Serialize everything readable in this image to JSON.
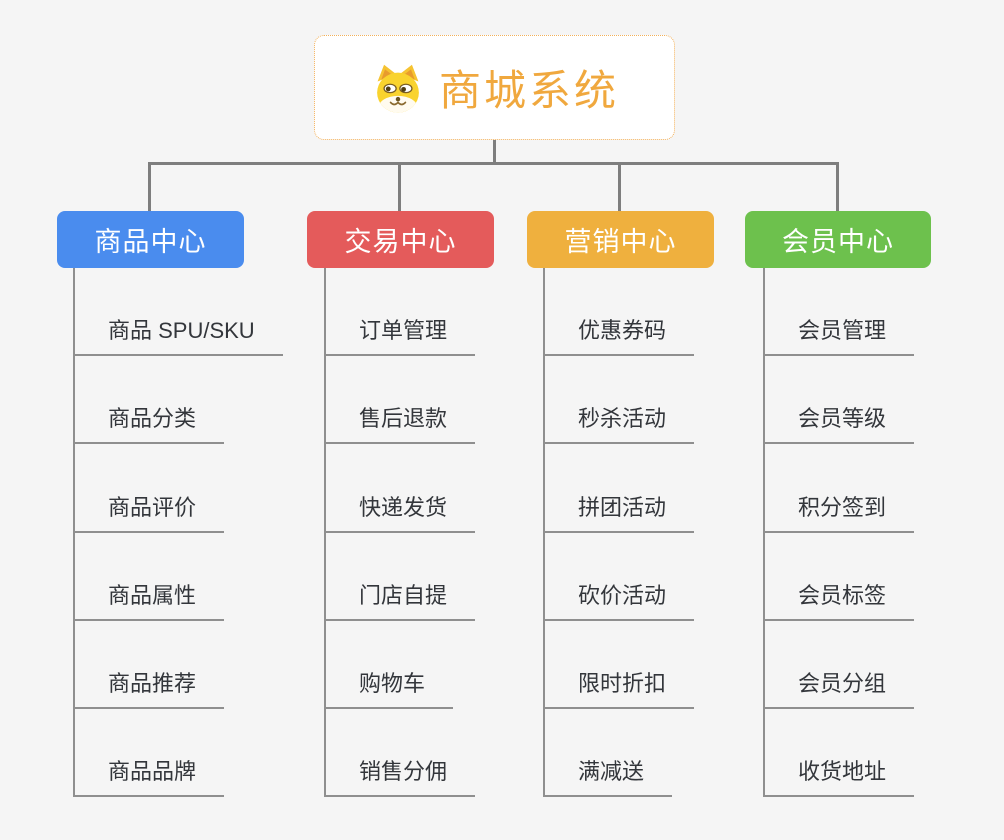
{
  "page": {
    "background": "#f5f5f5",
    "connector_color": "#7e7e7e",
    "underline_color": "#8f8f8f"
  },
  "root": {
    "title": "商城系统",
    "icon": "dog-face-icon",
    "text_color": "#f0a83e",
    "border_color": "#f2b05a",
    "background": "#ffffff"
  },
  "branches": [
    {
      "id": "product-center",
      "label": "商品中心",
      "color": "#4a8cee",
      "children": [
        "商品 SPU/SKU",
        "商品分类",
        "商品评价",
        "商品属性",
        "商品推荐",
        "商品品牌"
      ]
    },
    {
      "id": "trade-center",
      "label": "交易中心",
      "color": "#e45b5b",
      "children": [
        "订单管理",
        "售后退款",
        "快递发货",
        "门店自提",
        "购物车",
        "销售分佣"
      ]
    },
    {
      "id": "marketing-center",
      "label": "营销中心",
      "color": "#efb03e",
      "children": [
        "优惠券码",
        "秒杀活动",
        "拼团活动",
        "砍价活动",
        "限时折扣",
        "满减送"
      ]
    },
    {
      "id": "member-center",
      "label": "会员中心",
      "color": "#6dc14d",
      "children": [
        "会员管理",
        "会员等级",
        "积分签到",
        "会员标签",
        "会员分组",
        "收货地址"
      ]
    }
  ]
}
